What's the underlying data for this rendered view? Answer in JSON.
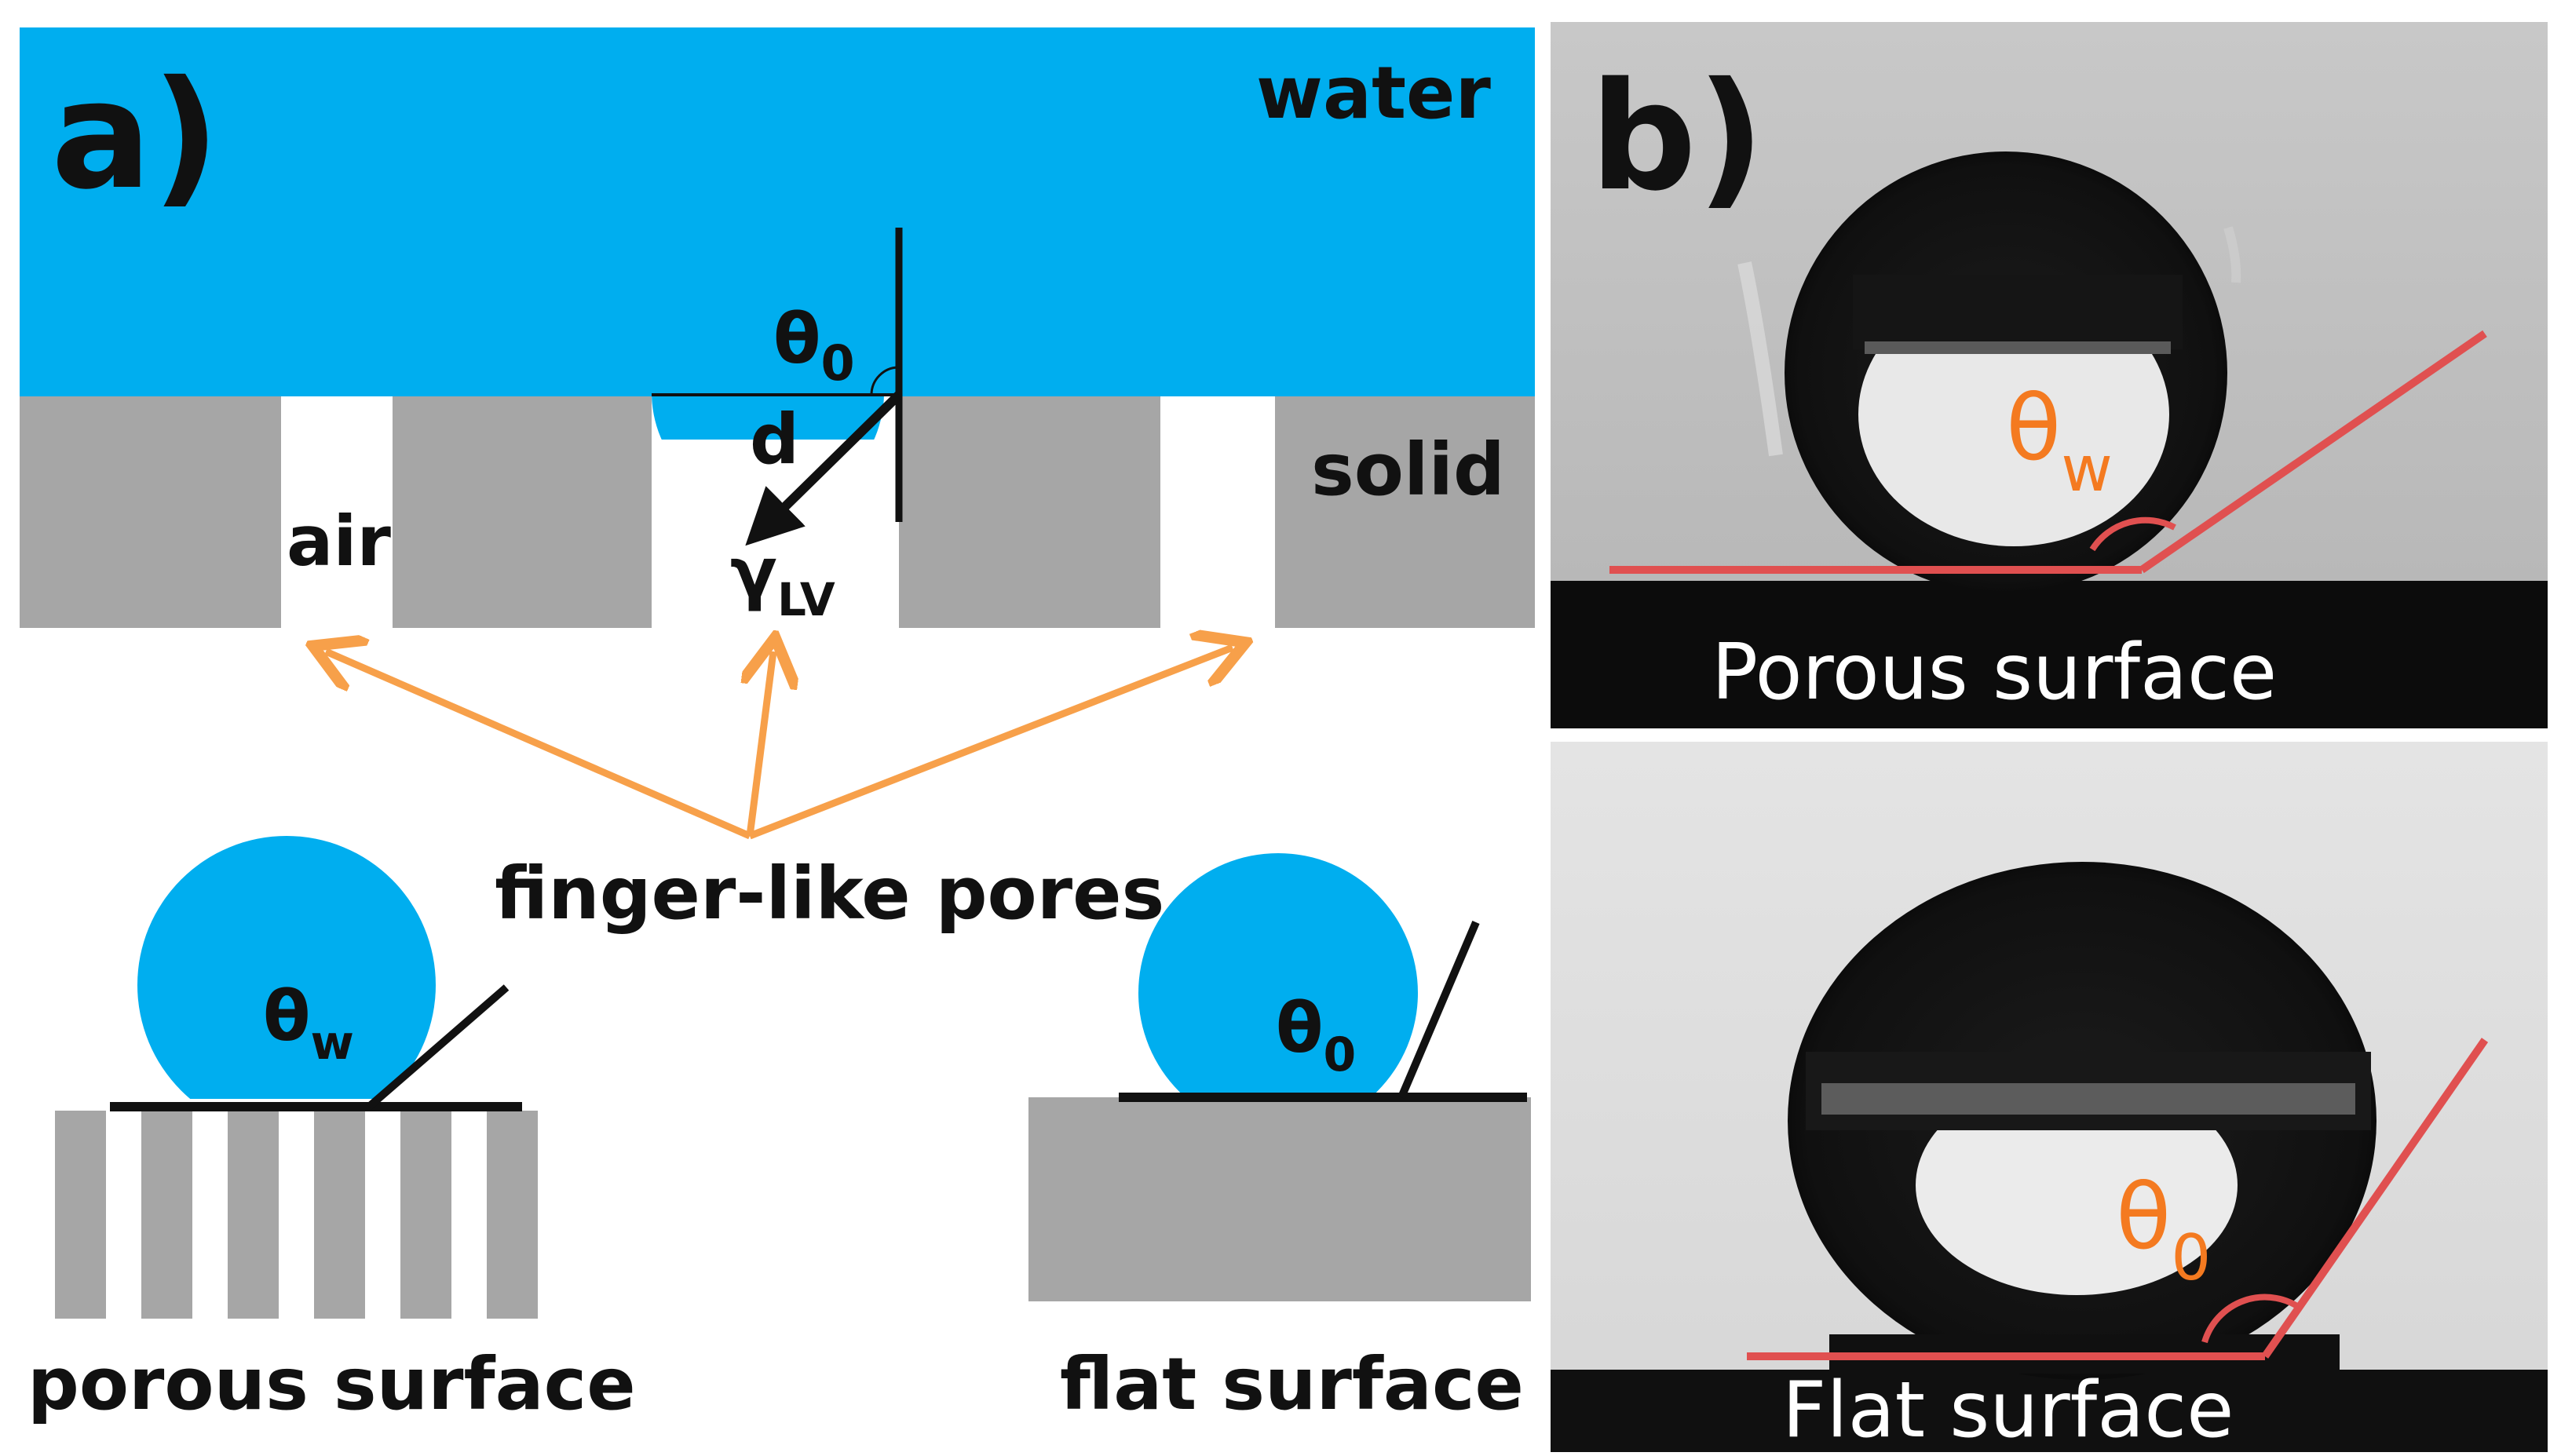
{
  "panel_a": {
    "label": "a)",
    "water": "water",
    "solid": "solid",
    "air": "air",
    "theta0_main": "θ",
    "theta0_main_sub": "0",
    "d": "d",
    "gamma": "γ",
    "gamma_sub": "LV",
    "pores": "finger-like pores",
    "porous_theta": "θ",
    "porous_theta_sub": "w",
    "flat_theta": "θ",
    "flat_theta_sub": "0",
    "porous_caption": "porous surface",
    "flat_caption": "flat surface"
  },
  "panel_b": {
    "label": "b)",
    "top_theta": "θ",
    "top_theta_sub": "w",
    "top_caption": "Porous surface",
    "bottom_theta": "θ",
    "bottom_theta_sub": "0",
    "bottom_caption": "Flat surface"
  },
  "colors": {
    "water": "#00aeef",
    "solid": "#a6a6a6",
    "arrow": "#f7a04a",
    "contact_line": "#e05050",
    "angle_label": "#f47a20"
  }
}
